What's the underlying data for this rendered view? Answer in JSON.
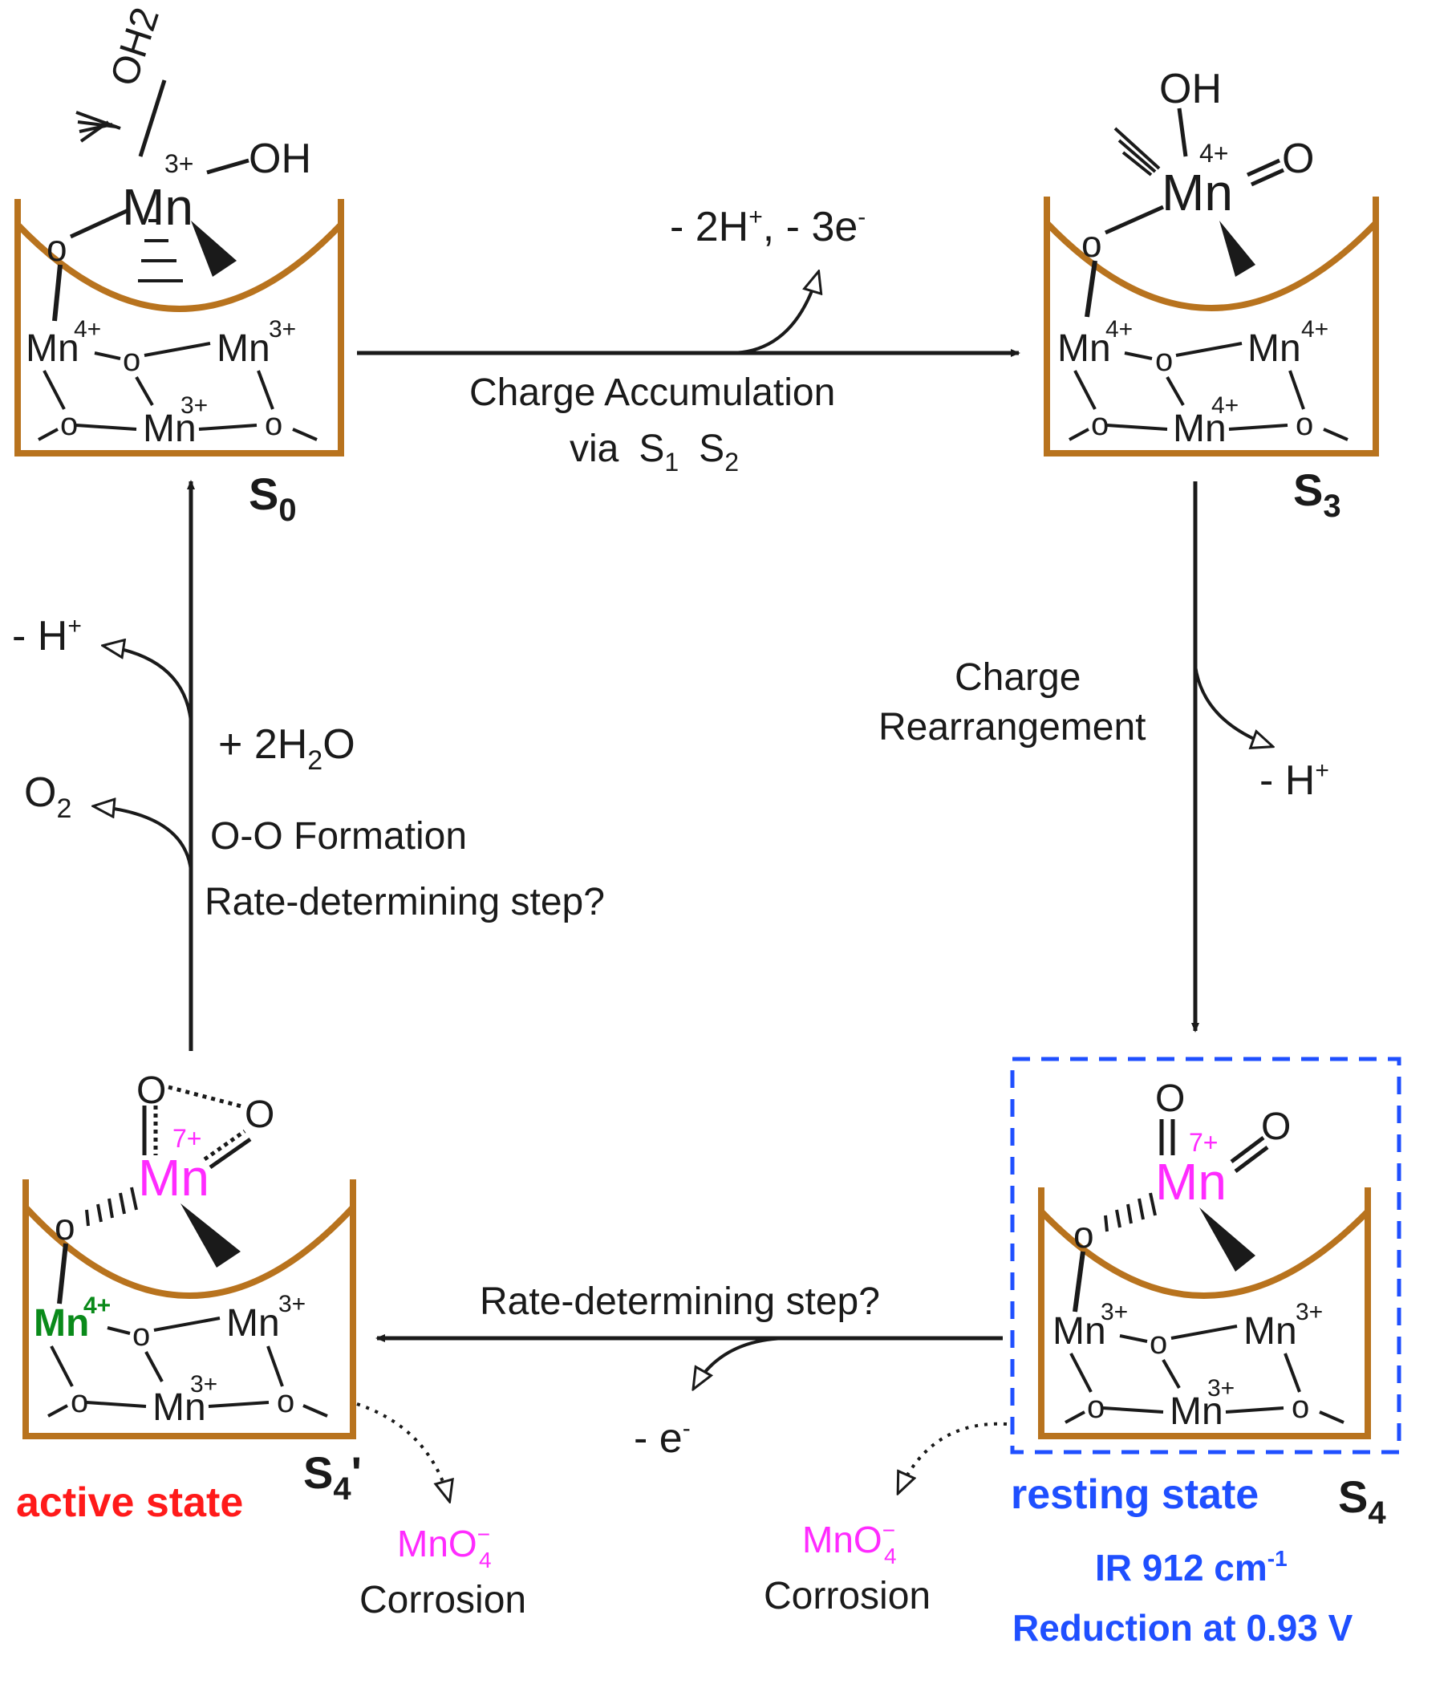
{
  "colors": {
    "bowl": "#b8731e",
    "ink": "#1a1a1a",
    "magenta": "#ff2bff",
    "green": "#0a8a1a",
    "red": "#ff1a1a",
    "blue": "#1f4fff"
  },
  "states": {
    "s0": {
      "name": "S",
      "sub": "0",
      "top_mn": "Mn",
      "top_charge": "3+",
      "oh2": "OH2",
      "oh": "OH",
      "o_link": "o",
      "core": {
        "tl": "Mn",
        "tl_c": "4+",
        "tr": "Mn",
        "tr_c": "3+",
        "b": "Mn",
        "b_c": "3+",
        "o": "o"
      }
    },
    "s3": {
      "name": "S",
      "sub": "3",
      "top_mn": "Mn",
      "top_charge": "4+",
      "oh": "OH",
      "o_eq": "O",
      "o_link": "o",
      "core": {
        "tl": "Mn",
        "tl_c": "4+",
        "tr": "Mn",
        "tr_c": "4+",
        "b": "Mn",
        "b_c": "4+",
        "o": "o"
      }
    },
    "s4": {
      "name": "S",
      "sub": "4",
      "top_mn": "Mn",
      "top_charge": "7+",
      "o_top": "O",
      "o_eq": "O",
      "o_link": "o",
      "core": {
        "tl": "Mn",
        "tl_c": "3+",
        "tr": "Mn",
        "tr_c": "3+",
        "b": "Mn",
        "b_c": "3+",
        "o": "o"
      },
      "label": "resting state",
      "ir": "IR 912 cm",
      "ir_sup": "-1",
      "reduction": "Reduction at 0.93 V"
    },
    "s4p": {
      "name": "S",
      "sub": "4",
      "prime": "'",
      "top_mn": "Mn",
      "top_charge": "7+",
      "o_top": "O",
      "o_eq": "O",
      "o_link": "o",
      "core": {
        "tl": "Mn",
        "tl_c": "4+",
        "tr": "Mn",
        "tr_c": "3+",
        "b": "Mn",
        "b_c": "3+",
        "o": "o"
      },
      "label": "active state"
    }
  },
  "steps": {
    "top": {
      "loss": "- 2H",
      "loss_sup": "+",
      "loss_tail": ", - 3e",
      "loss_sup2": "-",
      "line1": "Charge Accumulation",
      "via": "via",
      "s1": "S",
      "s1_sub": "1",
      "s2": "S",
      "s2_sub": "2"
    },
    "right": {
      "line1": "Charge",
      "line2": "Rearrangement",
      "loss": "- H",
      "loss_sup": "+"
    },
    "bottom": {
      "line1": "Rate-determining step?",
      "loss": "- e",
      "loss_sup": "-"
    },
    "left": {
      "loss_h": "- H",
      "loss_h_sup": "+",
      "add_water": "+ 2H",
      "add_water_sub": "2",
      "add_water_tail": "O",
      "o2": "O",
      "o2_sub": "2",
      "line1": "O-O Formation",
      "line2": "Rate-determining step?"
    }
  },
  "corrosion": {
    "left": {
      "species": "MnO",
      "species_sup": "−",
      "species_sub": "4",
      "label": "Corrosion"
    },
    "right": {
      "species": "MnO",
      "species_sup": "−",
      "species_sub": "4",
      "label": "Corrosion"
    }
  }
}
